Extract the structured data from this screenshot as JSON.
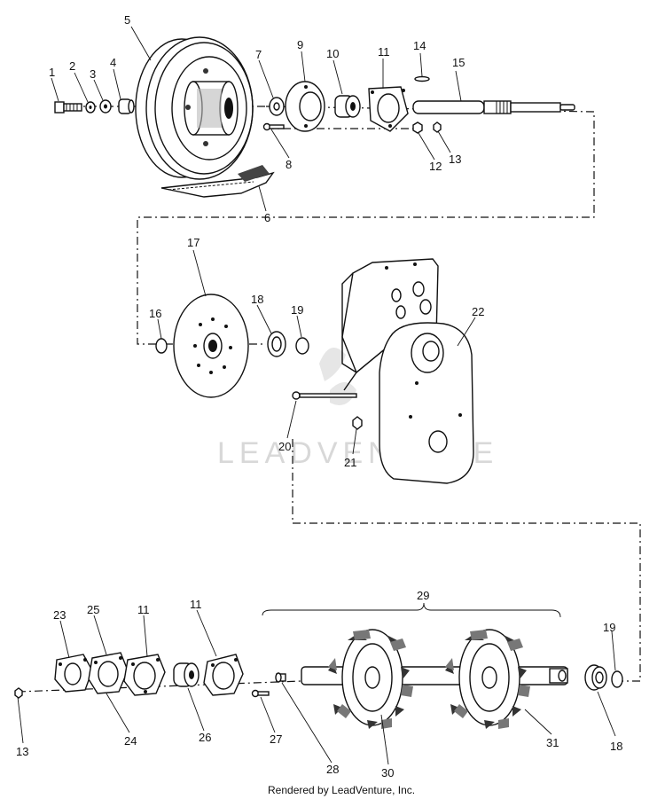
{
  "watermark": "LEADVENTURE",
  "credit": "Rendered by LeadVenture, Inc.",
  "callouts": [
    "1",
    "2",
    "3",
    "4",
    "5",
    "6",
    "7",
    "8",
    "9",
    "10",
    "11",
    "12",
    "13",
    "14",
    "15",
    "16",
    "17",
    "18",
    "19",
    "20",
    "21",
    "22",
    "23",
    "24",
    "25",
    "11",
    "11",
    "26",
    "27",
    "28",
    "29",
    "30",
    "31",
    "18",
    "19",
    "13"
  ]
}
